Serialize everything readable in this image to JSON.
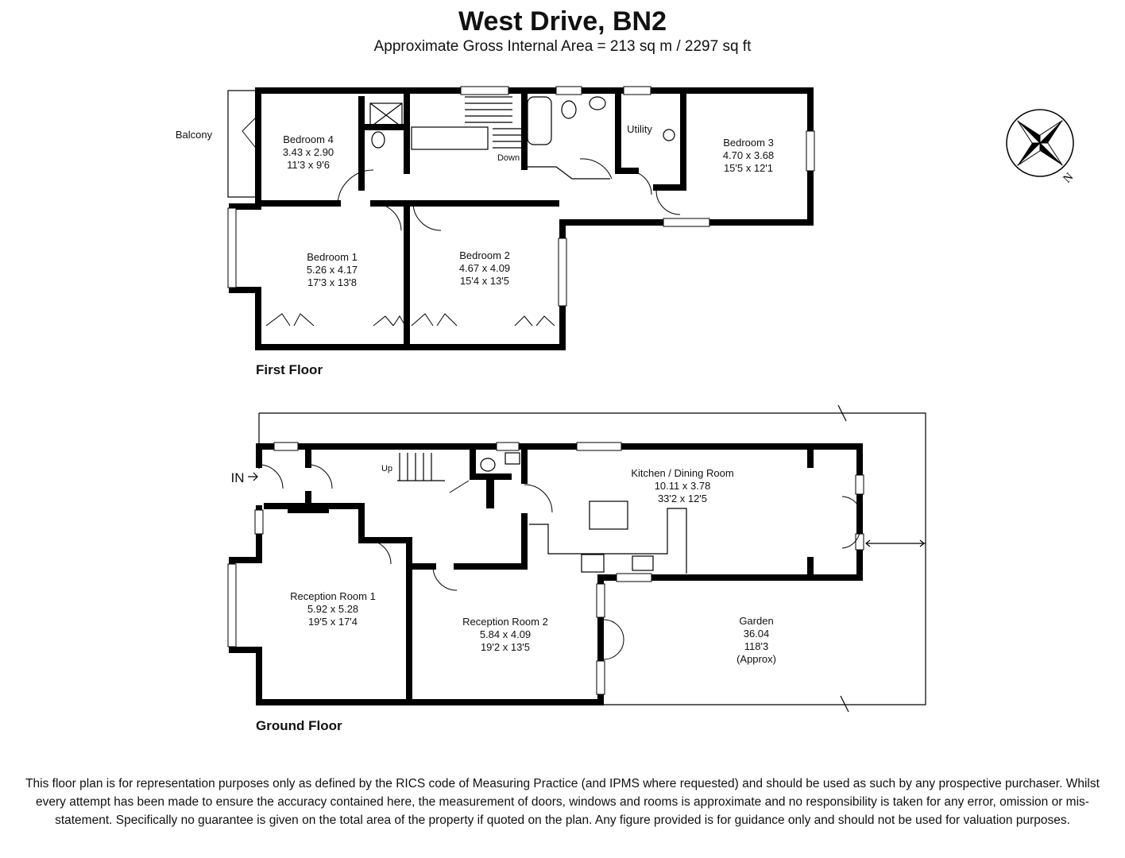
{
  "header": {
    "title": "West Drive, BN2",
    "subtitle": "Approximate Gross Internal Area = 213 sq m / 2297 sq ft"
  },
  "first_floor": {
    "label": "First Floor",
    "balcony": "Balcony",
    "stairs_label": "Down",
    "utility": "Utility",
    "rooms": [
      {
        "name": "Bedroom 4",
        "metric": "3.43 x 2.90",
        "imperial": "11'3 x 9'6"
      },
      {
        "name": "Bedroom 3",
        "metric": "4.70 x 3.68",
        "imperial": "15'5 x 12'1"
      },
      {
        "name": "Bedroom 1",
        "metric": "5.26 x 4.17",
        "imperial": "17'3 x 13'8"
      },
      {
        "name": "Bedroom 2",
        "metric": "4.67 x 4.09",
        "imperial": "15'4 x 13'5"
      }
    ]
  },
  "ground_floor": {
    "label": "Ground Floor",
    "entrance": "IN",
    "stairs_label": "Up",
    "rooms": [
      {
        "name": "Kitchen / Dining Room",
        "metric": "10.11 x 3.78",
        "imperial": "33'2 x 12'5"
      },
      {
        "name": "Reception Room 1",
        "metric": "5.92 x 5.28",
        "imperial": "19'5 x 17'4"
      },
      {
        "name": "Reception Room 2",
        "metric": "5.84 x 4.09",
        "imperial": "19'2 x 13'5"
      }
    ],
    "garden": {
      "name": "Garden",
      "metric": "36.04",
      "imperial": "118'3",
      "note": "(Approx)"
    }
  },
  "compass": {
    "label": "N"
  },
  "disclaimer": "This floor plan is for representation purposes only as defined by the RICS code of Measuring Practice (and IPMS where requested) and should be used as such by any prospective purchaser. Whilst every attempt has been made to ensure the accuracy contained here, the measurement of doors, windows and rooms is approximate and no responsibility is taken for any error, omission or mis-statement. Specifically no guarantee is given on the total area of the property if quoted on the plan. Any figure provided is for guidance only and should not be used for valuation purposes."
}
